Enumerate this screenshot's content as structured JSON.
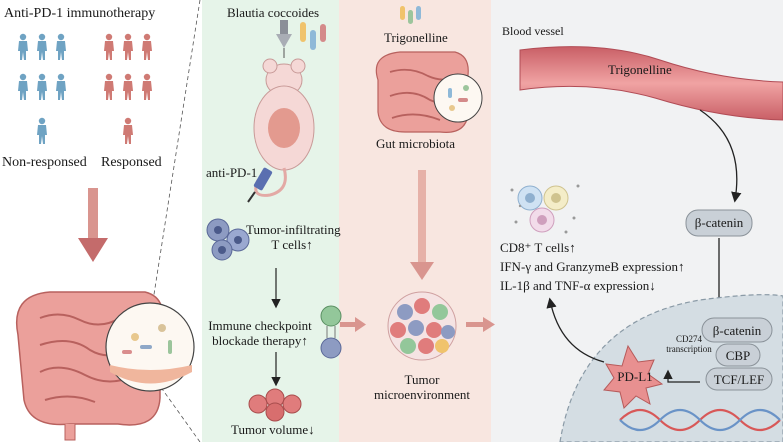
{
  "left_panel": {
    "title": "Anti-PD-1 immunotherapy",
    "group_nonresponded": "Non-responsed",
    "group_responded": "Responsed"
  },
  "mouse_panel": {
    "bacteria_label": "Blautia coccoides",
    "drug_label": "anti-PD-1",
    "til_label_line1": "Tumor-infiltrating",
    "til_label_line2": "T cells↑",
    "icb_label_line1": "Immune checkpoint",
    "icb_label_line2": "blockade therapy↑",
    "volume_label": "Tumor volume↓"
  },
  "gut_panel": {
    "metabolite_label": "Trigonelline",
    "microbiota_label": "Gut microbiota",
    "tme_label_line1": "Tumor",
    "tme_label_line2": "microenvironment"
  },
  "right_panel": {
    "vessel_label": "Blood vessel",
    "vessel_metabolite": "Trigonelline",
    "beta_catenin": "β-catenin",
    "cd8_line": "CD8⁺ T cells↑",
    "ifn_line": "IFN-γ and GranzymeB expression↑",
    "il_line": "IL-1β and TNF-α expression↓",
    "nucleus_beta_catenin": "β-catenin",
    "cbp": "CBP",
    "tcf_lef": "TCF/LEF",
    "pdl1": "PD-L1",
    "cd274_line1": "CD274",
    "cd274_line2": "transcription"
  },
  "colors": {
    "mouse_panel_bg": "#e6f4e9",
    "gut_panel_bg": "#f8e6e0",
    "right_panel_bg": "#f1f2f3",
    "nonresponder_figure": "#6fa3c3",
    "responder_figure": "#cf7a74",
    "vessel": "#e0868a",
    "node_fill": "#c9d0d7",
    "arrow_pink": "#d9958f"
  }
}
